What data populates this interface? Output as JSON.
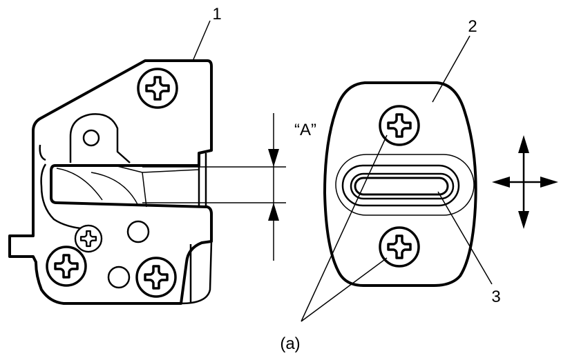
{
  "labels": {
    "part_1": "1",
    "part_2": "2",
    "part_3": "3",
    "dimension_a": "“A”",
    "callout_a": "(a)"
  },
  "colors": {
    "ink": "#000000",
    "paper": "#ffffff"
  },
  "icons": [
    "phillips-screw-icon",
    "four-way-arrow-icon",
    "dimension-arrow-icon"
  ]
}
